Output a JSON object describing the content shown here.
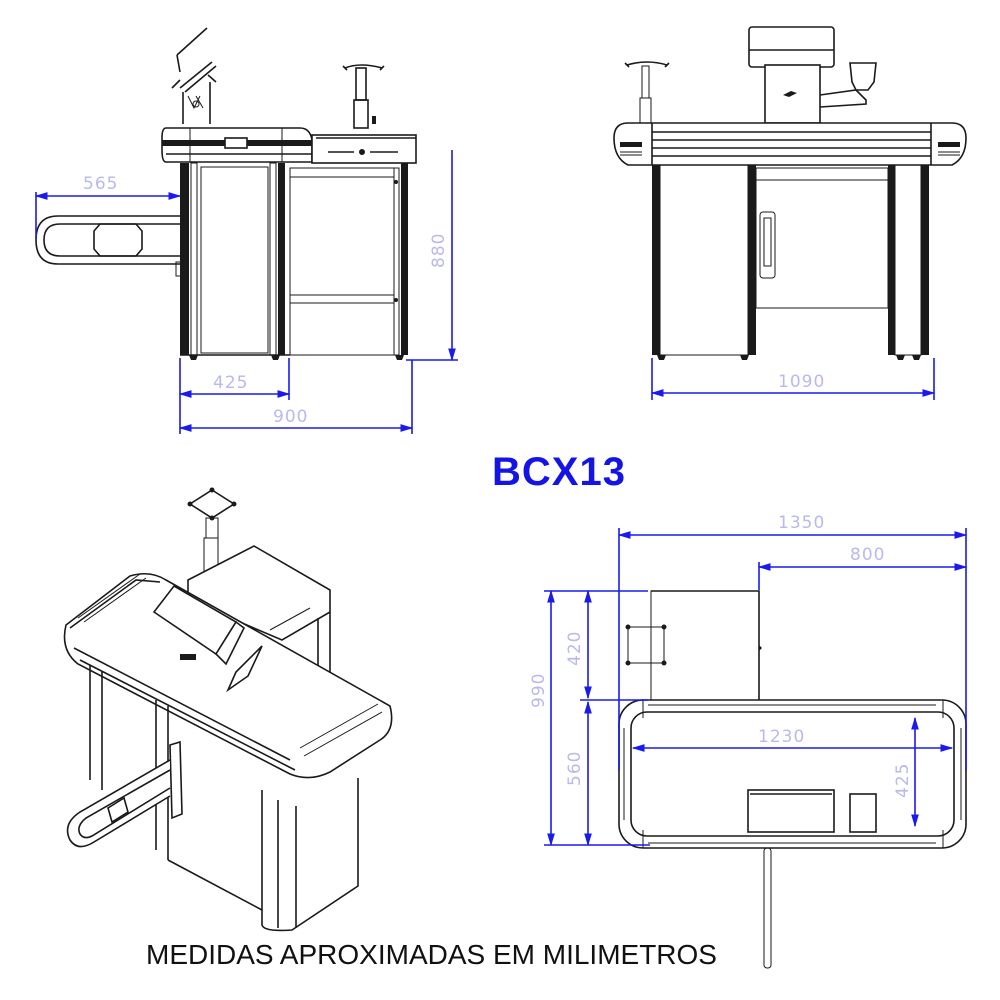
{
  "title": "BCX13",
  "caption": "MEDIDAS APROXIMADAS EM MILIMETROS",
  "colors": {
    "dimension_line": "#1a1aee",
    "dimension_text": "#b9b9ee",
    "model_title": "#1414e6",
    "drawing_line": "#1a1a1a"
  },
  "views": {
    "side": {
      "name": "side-elevation",
      "dimensions": {
        "gate_projection": "565",
        "height": "880",
        "module_width": "425",
        "depth": "900"
      }
    },
    "front": {
      "name": "front-elevation",
      "dimensions": {
        "width": "1090"
      }
    },
    "isometric": {
      "name": "isometric-view"
    },
    "top": {
      "name": "plan-view",
      "dimensions": {
        "total_length": "1350",
        "cabinet_offset": "800",
        "total_depth": "990",
        "cabinet_depth": "420",
        "counter_depth": "560",
        "belt_length": "1230",
        "belt_width": "425"
      }
    }
  }
}
